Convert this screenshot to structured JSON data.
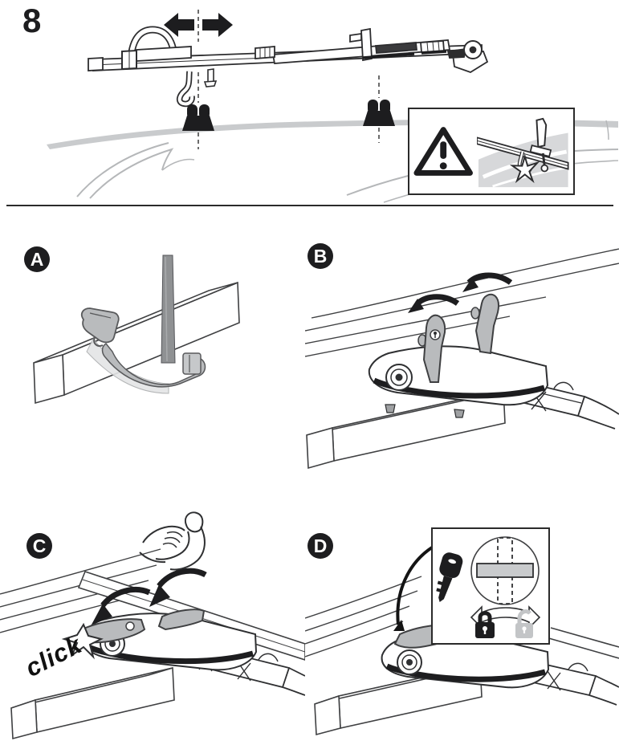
{
  "colors": {
    "ink": "#1d1d1f",
    "line": "#2f3032",
    "mid_gray": "#b9bbbd",
    "light_gray": "#d7d8da",
    "roof_gray": "#c9cbcd",
    "paper": "#ffffff"
  },
  "step": {
    "number": "8"
  },
  "sections": [
    {
      "label": "A"
    },
    {
      "label": "B"
    },
    {
      "label": "C",
      "click_text": "click"
    },
    {
      "label": "D"
    }
  ],
  "icons": [
    {
      "name": "arrow-left",
      "glyph": "◀"
    },
    {
      "name": "arrow-right",
      "glyph": "▶"
    },
    {
      "name": "warning-triangle",
      "glyph": "⚠"
    },
    {
      "name": "impact-star",
      "glyph": "✶"
    },
    {
      "name": "rotate-lever-arrow",
      "glyph": "⤹"
    },
    {
      "name": "press-down-arrow",
      "glyph": "⤵"
    },
    {
      "name": "flexed-arm",
      "glyph": "💪"
    },
    {
      "name": "key",
      "glyph": "🔑"
    },
    {
      "name": "turn-key-arrow",
      "glyph": "↔"
    },
    {
      "name": "lock-closed",
      "glyph": "🔒"
    },
    {
      "name": "lock-open",
      "glyph": "🔓"
    }
  ]
}
